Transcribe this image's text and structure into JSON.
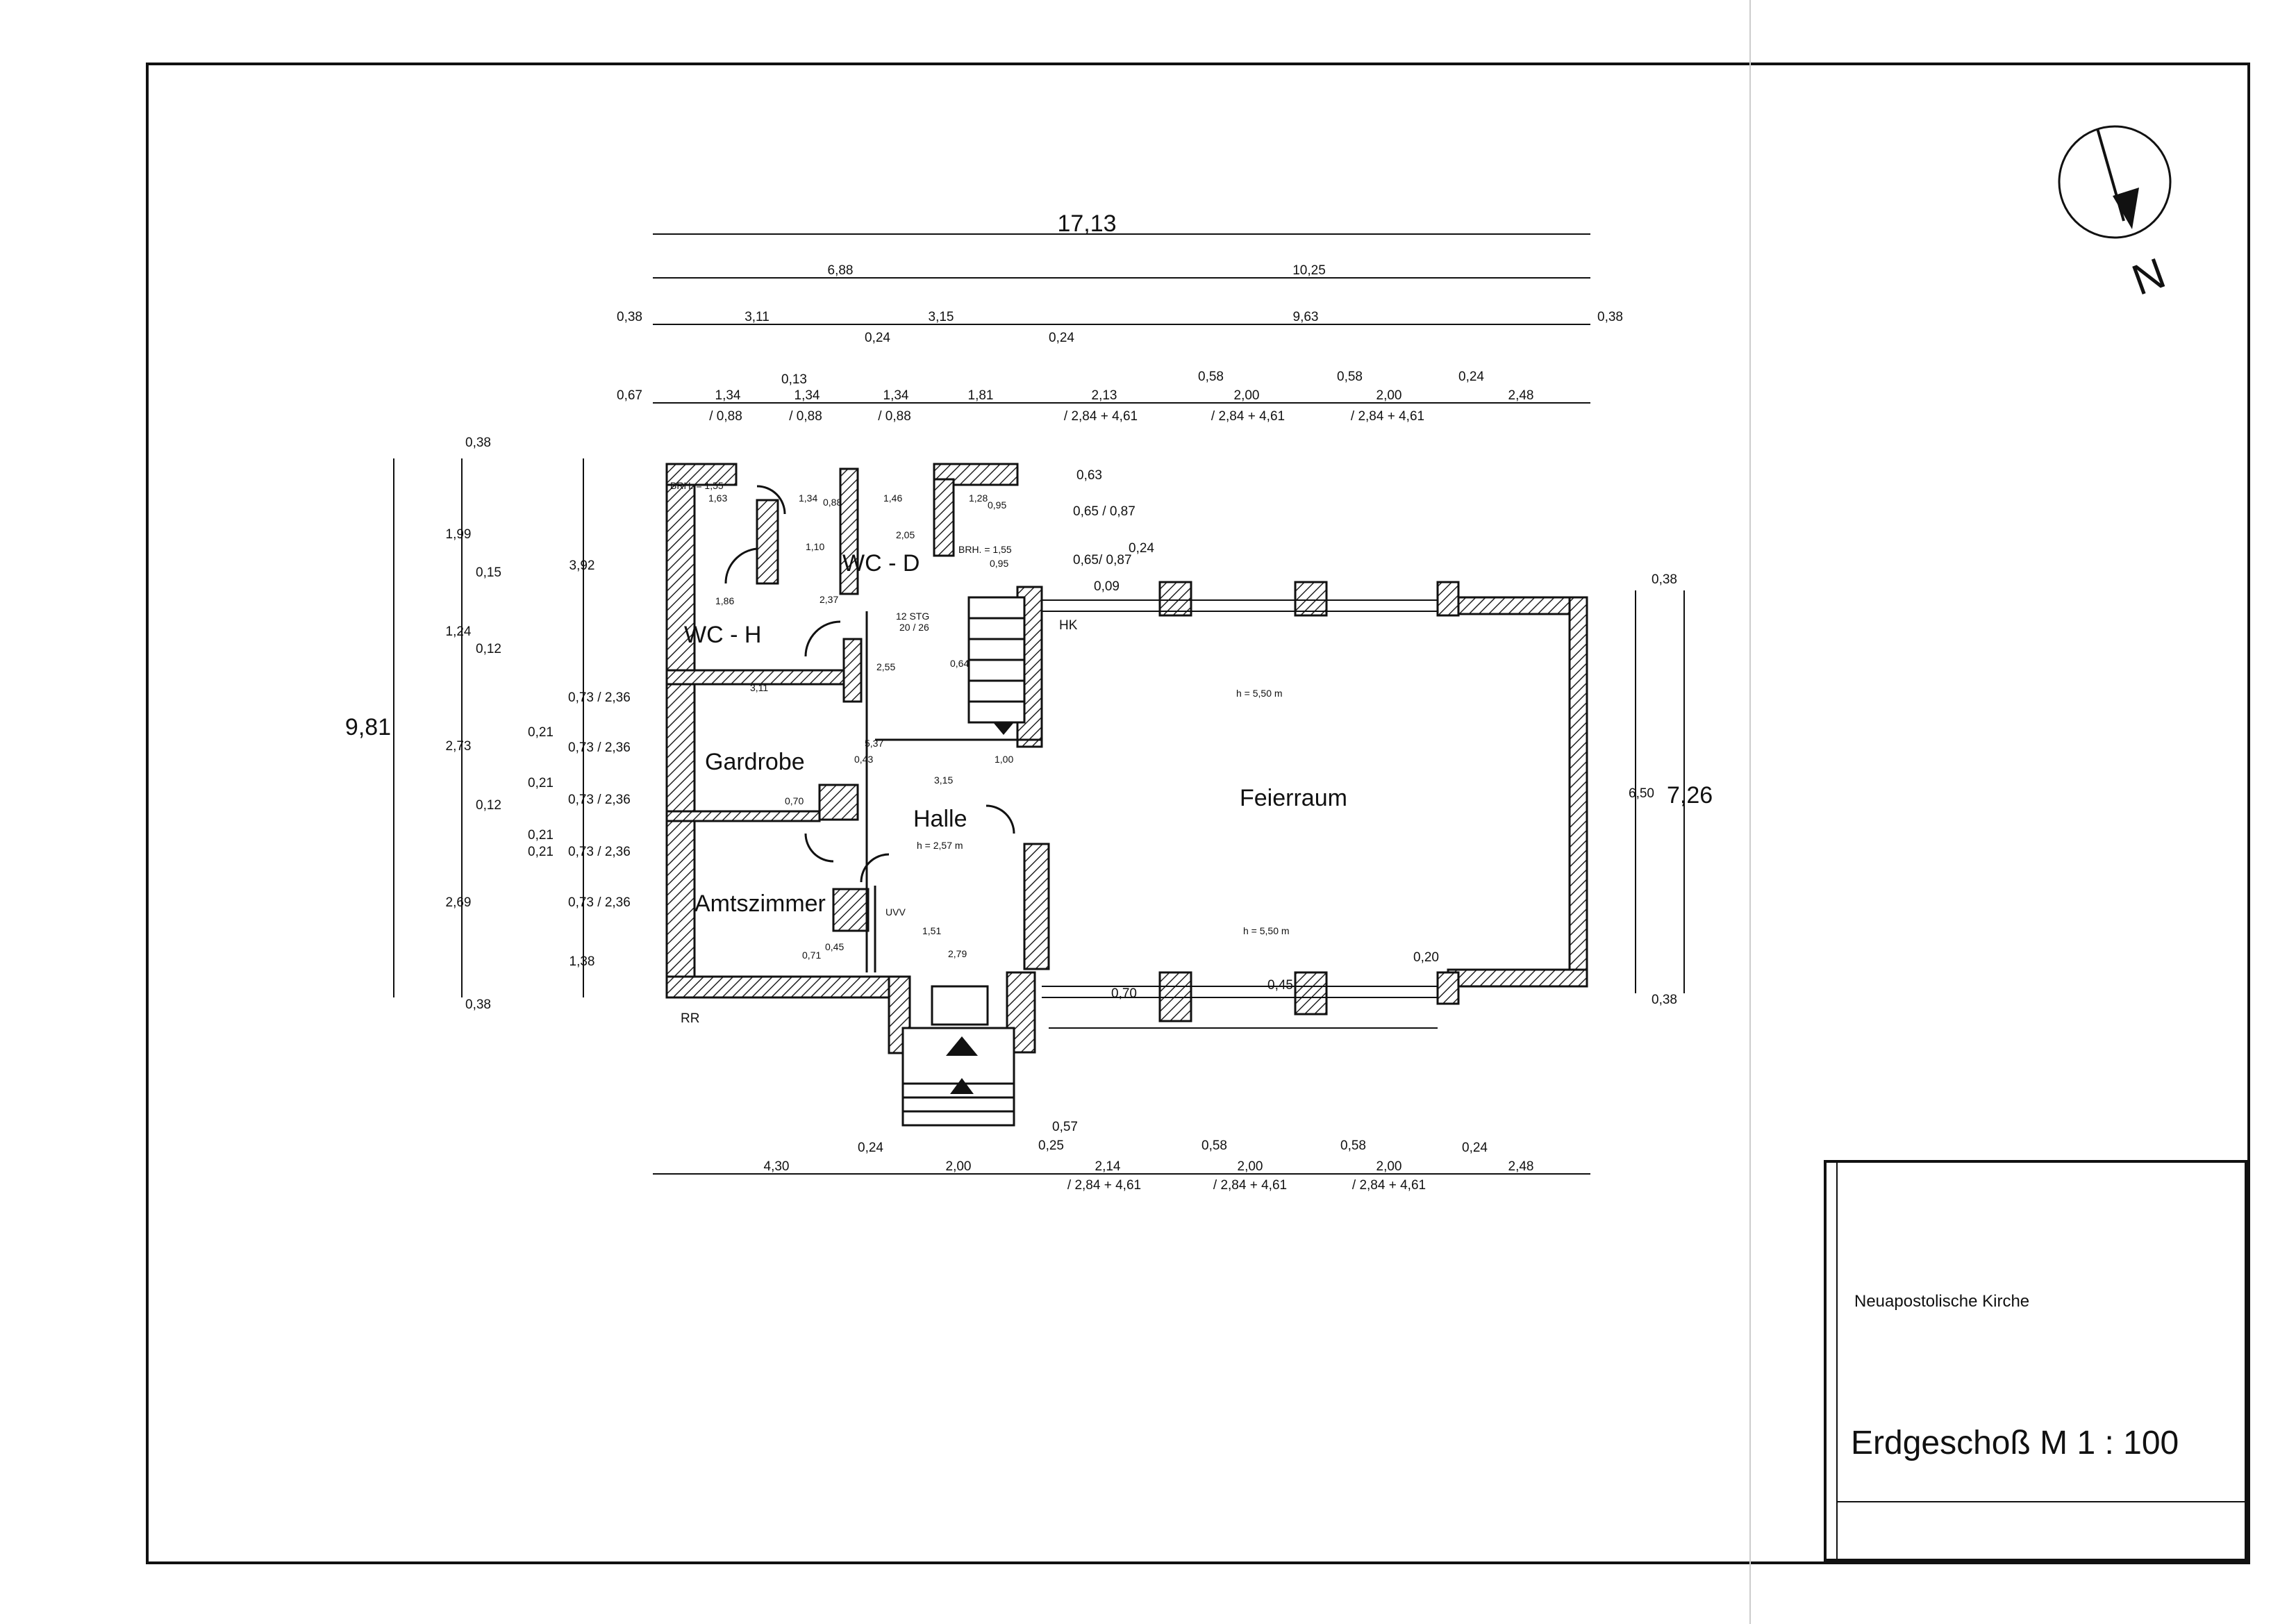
{
  "north_label": "N",
  "overall_dims": {
    "width": "17,13",
    "height": "9,81",
    "right_height": "7,26"
  },
  "top_row1": [
    "6,88",
    "10,25"
  ],
  "top_row2": [
    "0,38",
    "3,11",
    "3,15",
    "0,24",
    "0,24",
    "9,63",
    "0,38"
  ],
  "top_row3": [
    "0,67",
    "1,34",
    "/ 0,88",
    "0,13",
    "1,34",
    "/ 0,88",
    "1,34",
    "/ 0,88",
    "1,81",
    "2,13",
    "/ 2,84 + 4,61",
    "0,58",
    "2,00",
    "/ 2,84 + 4,61",
    "0,58",
    "2,00",
    "/ 2,84 + 4,61",
    "0,24",
    "2,48"
  ],
  "bottom_row": [
    "4,30",
    "0,24",
    "2,00",
    "0,57",
    "0,25",
    "2,14",
    "/ 2,84 + 4,61",
    "0,58",
    "2,00",
    "/ 2,84 + 4,61",
    "0,58",
    "2,00",
    "/ 2,84 + 4,61",
    "0,24",
    "2,48"
  ],
  "left_outer": [
    "0,38",
    "1,99",
    "0,15",
    "1,24",
    "0,12",
    "2,73",
    "0,12",
    "2,69",
    "0,38"
  ],
  "left_inner": [
    "3,92",
    "0,73 / 2,36",
    "0,21",
    "0,73 / 2,36",
    "0,21",
    "0,73 / 2,36",
    "0,21",
    "0,21",
    "0,73 / 2,36",
    "0,73 / 2,36",
    "1,38"
  ],
  "right_dims": [
    "0,38",
    "6,50",
    "0,38"
  ],
  "rooms": {
    "wc_h": "WC - H",
    "wc_d": "WC - D",
    "gardrobe": "Gardrobe",
    "halle": "Halle",
    "amtszimmer": "Amtszimmer",
    "feierraum": "Feierraum"
  },
  "notes": {
    "halle_height": "h = 2,57 m",
    "feier_height_top": "h = 5,50 m",
    "feier_height_bottom": "h = 5,50 m",
    "stair": "12 STG",
    "stair2": "20 / 26",
    "brh1": "BRH. = 1,55",
    "brh2": "BRH. = 1,55",
    "uvv": "UVV",
    "hk": "HK",
    "rr": "RR"
  },
  "inner_dims": [
    "1,63",
    "1,34",
    "0,88",
    "1,46",
    "1,28",
    "0,95",
    "2,05",
    "1,10",
    "0,95",
    "1,86",
    "2,37",
    "3,11",
    "2,55",
    "0,64",
    "5,37",
    "0,43",
    "3,15",
    "1,00",
    "0,70",
    "1,51",
    "0,45",
    "0,71",
    "2,79"
  ],
  "window_dims": [
    "0,63",
    "0,65 / 0,87",
    "0,24",
    "0,65/ 0,87",
    "0,09",
    "0,70",
    "0,45",
    "0,20"
  ],
  "title_block": {
    "project": "Neuapostolische Kirche",
    "sheet_title": "Erdgeschoß M 1 : 100"
  }
}
